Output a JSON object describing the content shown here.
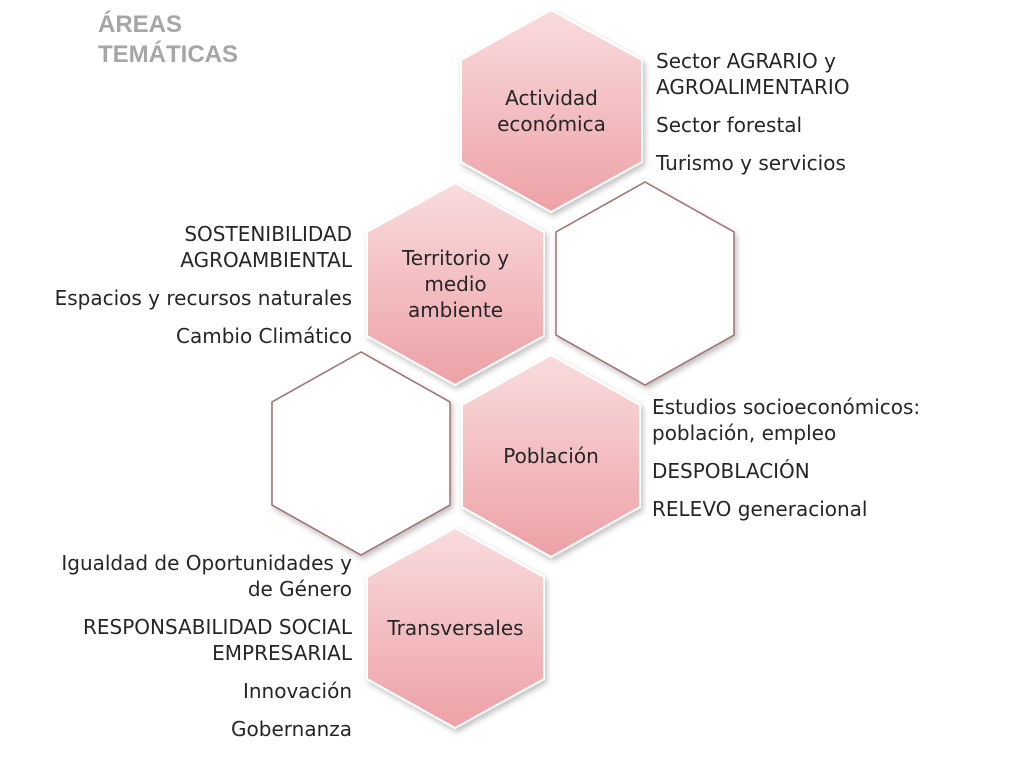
{
  "title": {
    "line1": "ÁREAS",
    "line2": "TEMÁTICAS"
  },
  "colors": {
    "hex_fill_top": "#f9dcdd",
    "hex_fill_bottom": "#eda1a6",
    "hex_stroke": "#ffffff",
    "empty_hex_stroke": "#9e6f72",
    "text": "#262626",
    "title": "#a6a6a6"
  },
  "hexagons": {
    "actividad": {
      "lines": [
        "Actividad",
        "económica"
      ]
    },
    "territorio": {
      "lines": [
        "Territorio y",
        "medio",
        "ambiente"
      ]
    },
    "poblacion": {
      "lines": [
        "Población"
      ]
    },
    "transversales": {
      "lines": [
        "Transversales"
      ]
    }
  },
  "lists": {
    "actividad": [
      [
        "Sector AGRARIO y",
        "AGROALIMENTARIO"
      ],
      [
        "Sector forestal"
      ],
      [
        "Turismo y servicios"
      ]
    ],
    "territorio": [
      [
        "SOSTENIBILIDAD",
        "AGROAMBIENTAL"
      ],
      [
        "Espacios y recursos naturales"
      ],
      [
        "Cambio Climático"
      ]
    ],
    "poblacion": [
      [
        "Estudios socioeconómicos:",
        "población, empleo"
      ],
      [
        "DESPOBLACIÓN"
      ],
      [
        "RELEVO generacional"
      ]
    ],
    "transversales": [
      [
        "Igualdad de Oportunidades y",
        "de Género"
      ],
      [
        "RESPONSABILIDAD SOCIAL",
        "EMPRESARIAL"
      ],
      [
        "Innovación"
      ],
      [
        "Gobernanza"
      ]
    ]
  }
}
